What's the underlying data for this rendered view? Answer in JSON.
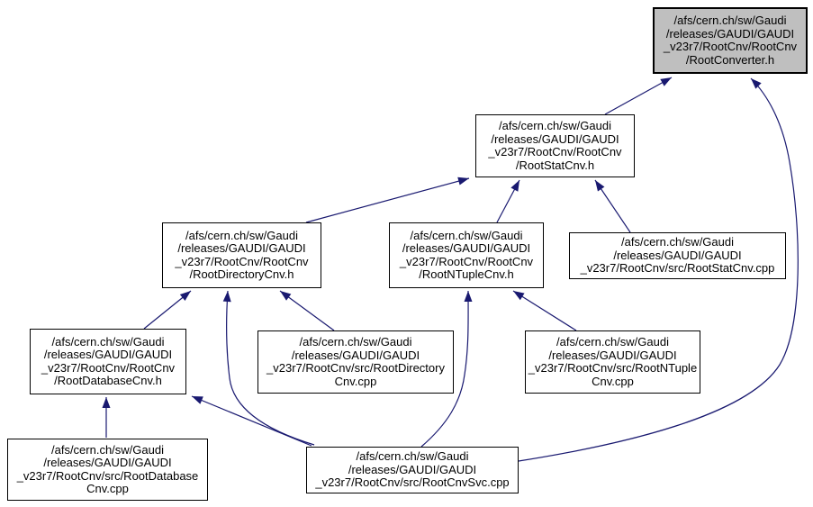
{
  "diagram": {
    "type": "include-dependency-graph",
    "colors": {
      "background": "#ffffff",
      "edge": "#191970",
      "node_fill": "#ffffff",
      "node_border": "#000000",
      "highlight_fill": "#bfbfbf",
      "text": "#000000"
    },
    "nodes": [
      {
        "id": "rootconverter-h",
        "highlighted": true,
        "label": "/afs/cern.ch/sw/Gaudi\n/releases/GAUDI/GAUDI\n_v23r7/RootCnv/RootCnv\n/RootConverter.h"
      },
      {
        "id": "rootstatcnv-h",
        "highlighted": false,
        "label": "/afs/cern.ch/sw/Gaudi\n/releases/GAUDI/GAUDI\n_v23r7/RootCnv/RootCnv\n/RootStatCnv.h"
      },
      {
        "id": "rootdirectorycnv-h",
        "highlighted": false,
        "label": "/afs/cern.ch/sw/Gaudi\n/releases/GAUDI/GAUDI\n_v23r7/RootCnv/RootCnv\n/RootDirectoryCnv.h"
      },
      {
        "id": "rootntuplecnv-h",
        "highlighted": false,
        "label": "/afs/cern.ch/sw/Gaudi\n/releases/GAUDI/GAUDI\n_v23r7/RootCnv/RootCnv\n/RootNTupleCnv.h"
      },
      {
        "id": "rootstatcnv-cpp",
        "highlighted": false,
        "label": "/afs/cern.ch/sw/Gaudi\n/releases/GAUDI/GAUDI\n_v23r7/RootCnv/src/RootStatCnv.cpp"
      },
      {
        "id": "rootdatabasecnv-h",
        "highlighted": false,
        "label": "/afs/cern.ch/sw/Gaudi\n/releases/GAUDI/GAUDI\n_v23r7/RootCnv/RootCnv\n/RootDatabaseCnv.h"
      },
      {
        "id": "rootdirectorycnv-cpp",
        "highlighted": false,
        "label": "/afs/cern.ch/sw/Gaudi\n/releases/GAUDI/GAUDI\n_v23r7/RootCnv/src/RootDirectory\nCnv.cpp"
      },
      {
        "id": "rootntuplecnv-cpp",
        "highlighted": false,
        "label": "/afs/cern.ch/sw/Gaudi\n/releases/GAUDI/GAUDI\n_v23r7/RootCnv/src/RootNTuple\nCnv.cpp"
      },
      {
        "id": "rootdatabasecnv-cpp",
        "highlighted": false,
        "label": "/afs/cern.ch/sw/Gaudi\n/releases/GAUDI/GAUDI\n_v23r7/RootCnv/src/RootDatabase\nCnv.cpp"
      },
      {
        "id": "rootcnvsvc-cpp",
        "highlighted": false,
        "label": "/afs/cern.ch/sw/Gaudi\n/releases/GAUDI/GAUDI\n_v23r7/RootCnv/src/RootCnvSvc.cpp"
      }
    ],
    "edges": [
      {
        "from": "rootstatcnv-h",
        "to": "rootconverter-h"
      },
      {
        "from": "rootcnvsvc-cpp",
        "to": "rootconverter-h"
      },
      {
        "from": "rootdirectorycnv-h",
        "to": "rootstatcnv-h"
      },
      {
        "from": "rootntuplecnv-h",
        "to": "rootstatcnv-h"
      },
      {
        "from": "rootstatcnv-cpp",
        "to": "rootstatcnv-h"
      },
      {
        "from": "rootdatabasecnv-h",
        "to": "rootdirectorycnv-h"
      },
      {
        "from": "rootcnvsvc-cpp",
        "to": "rootdirectorycnv-h"
      },
      {
        "from": "rootdirectorycnv-cpp",
        "to": "rootdirectorycnv-h"
      },
      {
        "from": "rootcnvsvc-cpp",
        "to": "rootntuplecnv-h"
      },
      {
        "from": "rootntuplecnv-cpp",
        "to": "rootntuplecnv-h"
      },
      {
        "from": "rootdatabasecnv-cpp",
        "to": "rootdatabasecnv-h"
      },
      {
        "from": "rootcnvsvc-cpp",
        "to": "rootdatabasecnv-h"
      }
    ]
  }
}
